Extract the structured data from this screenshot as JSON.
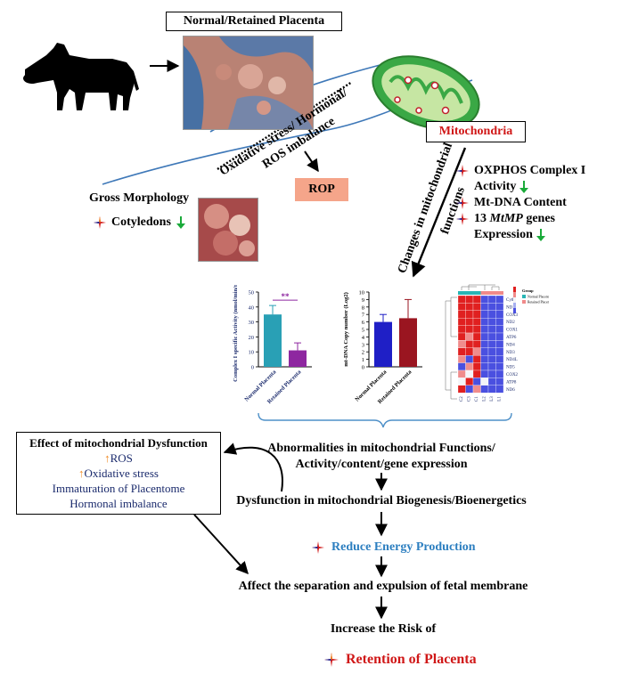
{
  "title_box": "Normal/Retained Placenta",
  "rotated": {
    "stress": "Oxidative stress/ Hormonal/",
    "ros": "ROS imbalance",
    "changes1": "Changes in mitochondrial",
    "changes2": "functions"
  },
  "rop_box": "ROP",
  "mito_box": "Mitochondria",
  "gross": {
    "title": "Gross Morphology",
    "cotyledons": "Cotyledons"
  },
  "mito_effects": {
    "oxphos1": "OXPHOS Complex I",
    "oxphos2": "Activity",
    "mtdna": "Mt-DNA Content",
    "genes_pre": "13 ",
    "genes_italic": "MtMP",
    "genes_post": " genes",
    "expression": "Expression"
  },
  "effect_box": {
    "title": "Effect of mitochondrial Dysfunction",
    "ros": "ROS",
    "oxidative": "Oxidative stress",
    "immat": "Immaturation of Placentome",
    "hormonal": "Hormonal imbalance"
  },
  "flow": {
    "abn1": "Abnormalities in mitochondrial Functions/",
    "abn2": "Activity/content/gene expression",
    "dys": "Dysfunction in mitochondrial Biogenesis/Bioenergetics",
    "reduce": "Reduce Energy Production",
    "affect": "Affect the separation and expulsion of fetal membrane",
    "increase": "Increase the Risk of",
    "retention": "Retention of Placenta"
  },
  "colors": {
    "red": "#d01818",
    "blue": "#2d7fc0",
    "navy": "#1a2a6c",
    "green": "#1aaa3a",
    "orange": "#f08a24",
    "salmon": "#f5a58a"
  },
  "chart_data": [
    {
      "type": "bar",
      "ylabel": "Complex I specific Activity (nmol/min/mg)",
      "categories": [
        "Normal Placenta",
        "Retained Placenta"
      ],
      "values": [
        35,
        11
      ],
      "errors": [
        6,
        5
      ],
      "ylim": [
        0,
        50
      ],
      "yticks": [
        "0",
        "10",
        "20",
        "30",
        "40",
        "50"
      ],
      "significance": "**",
      "colors": [
        "#29a0b5",
        "#8e27a0"
      ]
    },
    {
      "type": "bar",
      "ylabel": "mt-DNA Copy number (Log2)",
      "categories": [
        "Normal Placenta",
        "Retained Placenta"
      ],
      "values": [
        6,
        6.5
      ],
      "errors": [
        1,
        2.5
      ],
      "ylim": [
        0,
        10
      ],
      "yticks": [
        "0",
        "1",
        "2",
        "3",
        "4",
        "5",
        "6",
        "7",
        "8",
        "9",
        "10"
      ],
      "colors": [
        "#1f1fc6",
        "#9a1520"
      ]
    },
    {
      "type": "heatmap",
      "rows": [
        "Cytb",
        "ND1",
        "COX3",
        "ND2",
        "COX1",
        "ATP6",
        "ND4",
        "ND3",
        "ND4L",
        "ND5",
        "COX2",
        "ATP8",
        "ND6"
      ],
      "columns": [
        "C2",
        "C3",
        "C1",
        "L2",
        "L3",
        "L1"
      ],
      "legend_title": "Group",
      "legend": [
        "Normal Placenta",
        "Retained Placenta"
      ],
      "group_colors": [
        "#28b5b5",
        "#f08a8a"
      ],
      "values": [
        [
          1,
          1,
          1,
          -1,
          -1,
          -1
        ],
        [
          1,
          1,
          1,
          -1,
          -1,
          -1
        ],
        [
          1,
          1,
          1,
          -1,
          -1,
          -1
        ],
        [
          1,
          1,
          1,
          -1,
          -1,
          -1
        ],
        [
          1,
          1,
          1,
          -1,
          -1,
          -1
        ],
        [
          1,
          0.5,
          1,
          -1,
          -1,
          -1
        ],
        [
          0.5,
          1,
          1,
          -1,
          -1,
          -1
        ],
        [
          1,
          1,
          0.5,
          -1,
          -1,
          -1
        ],
        [
          0.5,
          -1,
          1,
          -1,
          -1,
          -1
        ],
        [
          -1,
          0.5,
          1,
          -1,
          -1,
          -1
        ],
        [
          0.5,
          0,
          1,
          -1,
          -1,
          -1
        ],
        [
          0,
          1,
          -1,
          0,
          -1,
          -1
        ],
        [
          1,
          -1,
          0.5,
          -1,
          -1,
          -1
        ]
      ]
    }
  ]
}
